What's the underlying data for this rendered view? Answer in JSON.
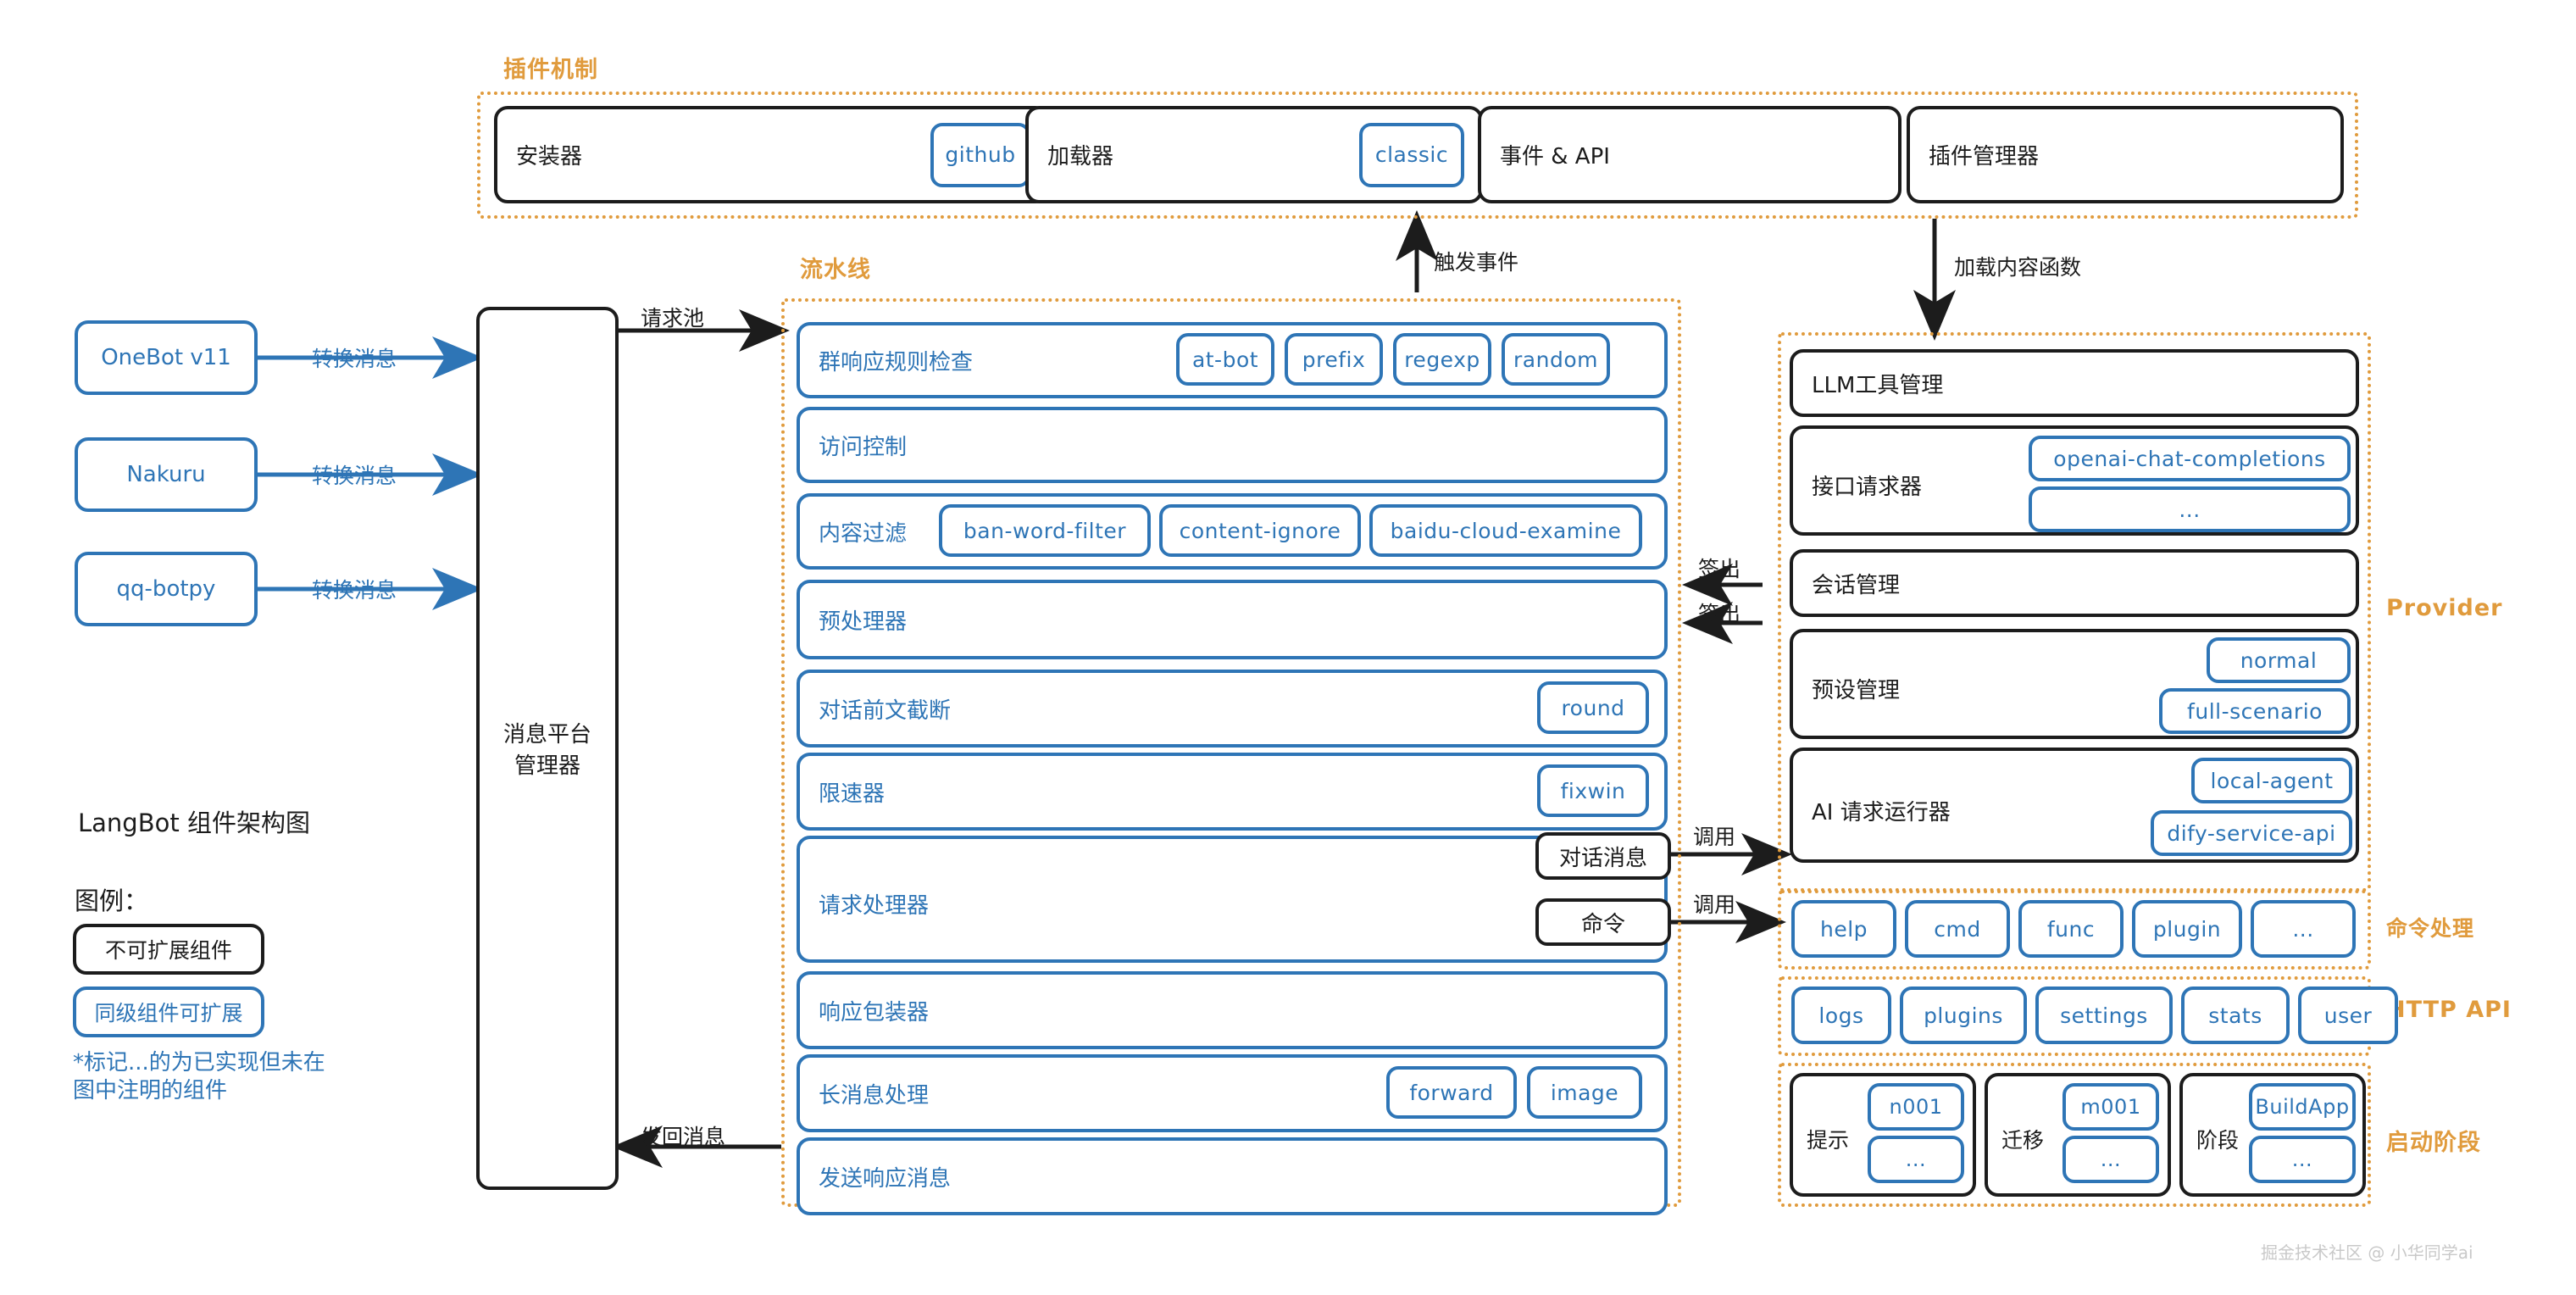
{
  "diagram": {
    "title": "LangBot 组件架构图",
    "watermark": "掘金技术社区 @ 小华同学ai"
  },
  "legend": {
    "heading": "图例：",
    "non_extensible": "不可扩展组件",
    "extensible": "同级组件可扩展",
    "note": "*标记...的为已实现但未在图中注明的组件"
  },
  "plugin_mechanism": {
    "label": "插件机制",
    "boxes": [
      {
        "name": "安装器",
        "chips": [
          "github"
        ]
      },
      {
        "name": "加载器",
        "chips": [
          "classic"
        ]
      },
      {
        "name": "事件 & API",
        "chips": []
      },
      {
        "name": "插件管理器",
        "chips": []
      }
    ]
  },
  "adapters": {
    "items": [
      {
        "name": "OneBot v11",
        "edge": "转换消息"
      },
      {
        "name": "Nakuru",
        "edge": "转换消息"
      },
      {
        "name": "qq-botpy",
        "edge": "转换消息"
      }
    ]
  },
  "platform_manager": {
    "name": "消息平台\n管理器",
    "line1": "消息平台",
    "line2": "管理器",
    "edge_in": "请求池",
    "edge_out": "发回消息"
  },
  "pipeline": {
    "label": "流水线",
    "stages": [
      {
        "name": "群响应规则检查",
        "chips": [
          "at-bot",
          "prefix",
          "regexp",
          "random"
        ]
      },
      {
        "name": "访问控制",
        "chips": []
      },
      {
        "name": "内容过滤",
        "chips": [
          "ban-word-filter",
          "content-ignore",
          "baidu-cloud-examine"
        ]
      },
      {
        "name": "预处理器",
        "chips": []
      },
      {
        "name": "对话前文截断",
        "chips": [
          "round"
        ]
      },
      {
        "name": "限速器",
        "chips": [
          "fixwin"
        ]
      },
      {
        "name": "请求处理器",
        "chips": []
      },
      {
        "name": "响应包装器",
        "chips": []
      },
      {
        "name": "长消息处理",
        "chips": [
          "forward",
          "image"
        ]
      },
      {
        "name": "发送响应消息",
        "chips": []
      }
    ],
    "router_nodes": [
      "对话消息",
      "命令"
    ]
  },
  "provider": {
    "label": "Provider",
    "rows": [
      {
        "name": "LLM工具管理",
        "chips": []
      },
      {
        "name": "接口请求器",
        "chips": [
          "openai-chat-completions",
          "..."
        ]
      },
      {
        "name": "会话管理",
        "chips": []
      },
      {
        "name": "预设管理",
        "chips": [
          "normal",
          "full-scenario"
        ]
      },
      {
        "name": "AI 请求运行器",
        "chips": [
          "local-agent",
          "dify-service-api"
        ]
      }
    ]
  },
  "command_handling": {
    "label": "命令处理",
    "chips": [
      "help",
      "cmd",
      "func",
      "plugin",
      "..."
    ]
  },
  "http_api": {
    "label": "HTTP API",
    "chips": [
      "logs",
      "plugins",
      "settings",
      "stats",
      "user"
    ]
  },
  "startup_phase": {
    "label": "启动阶段",
    "groups": [
      {
        "name": "提示",
        "chips": [
          "n001",
          "..."
        ]
      },
      {
        "name": "迁移",
        "chips": [
          "m001",
          "..."
        ]
      },
      {
        "name": "阶段",
        "chips": [
          "BuildApp",
          "..."
        ]
      }
    ]
  },
  "edges": {
    "trigger_event": "触发事件",
    "load_content_func": "加载内容函数",
    "checkout_1": "签出",
    "checkout_2": "签出",
    "call_1": "调用",
    "call_2": "调用"
  },
  "colors": {
    "orange": "#E09B3D",
    "blue": "#2E75B6",
    "black": "#1c1c1c"
  }
}
